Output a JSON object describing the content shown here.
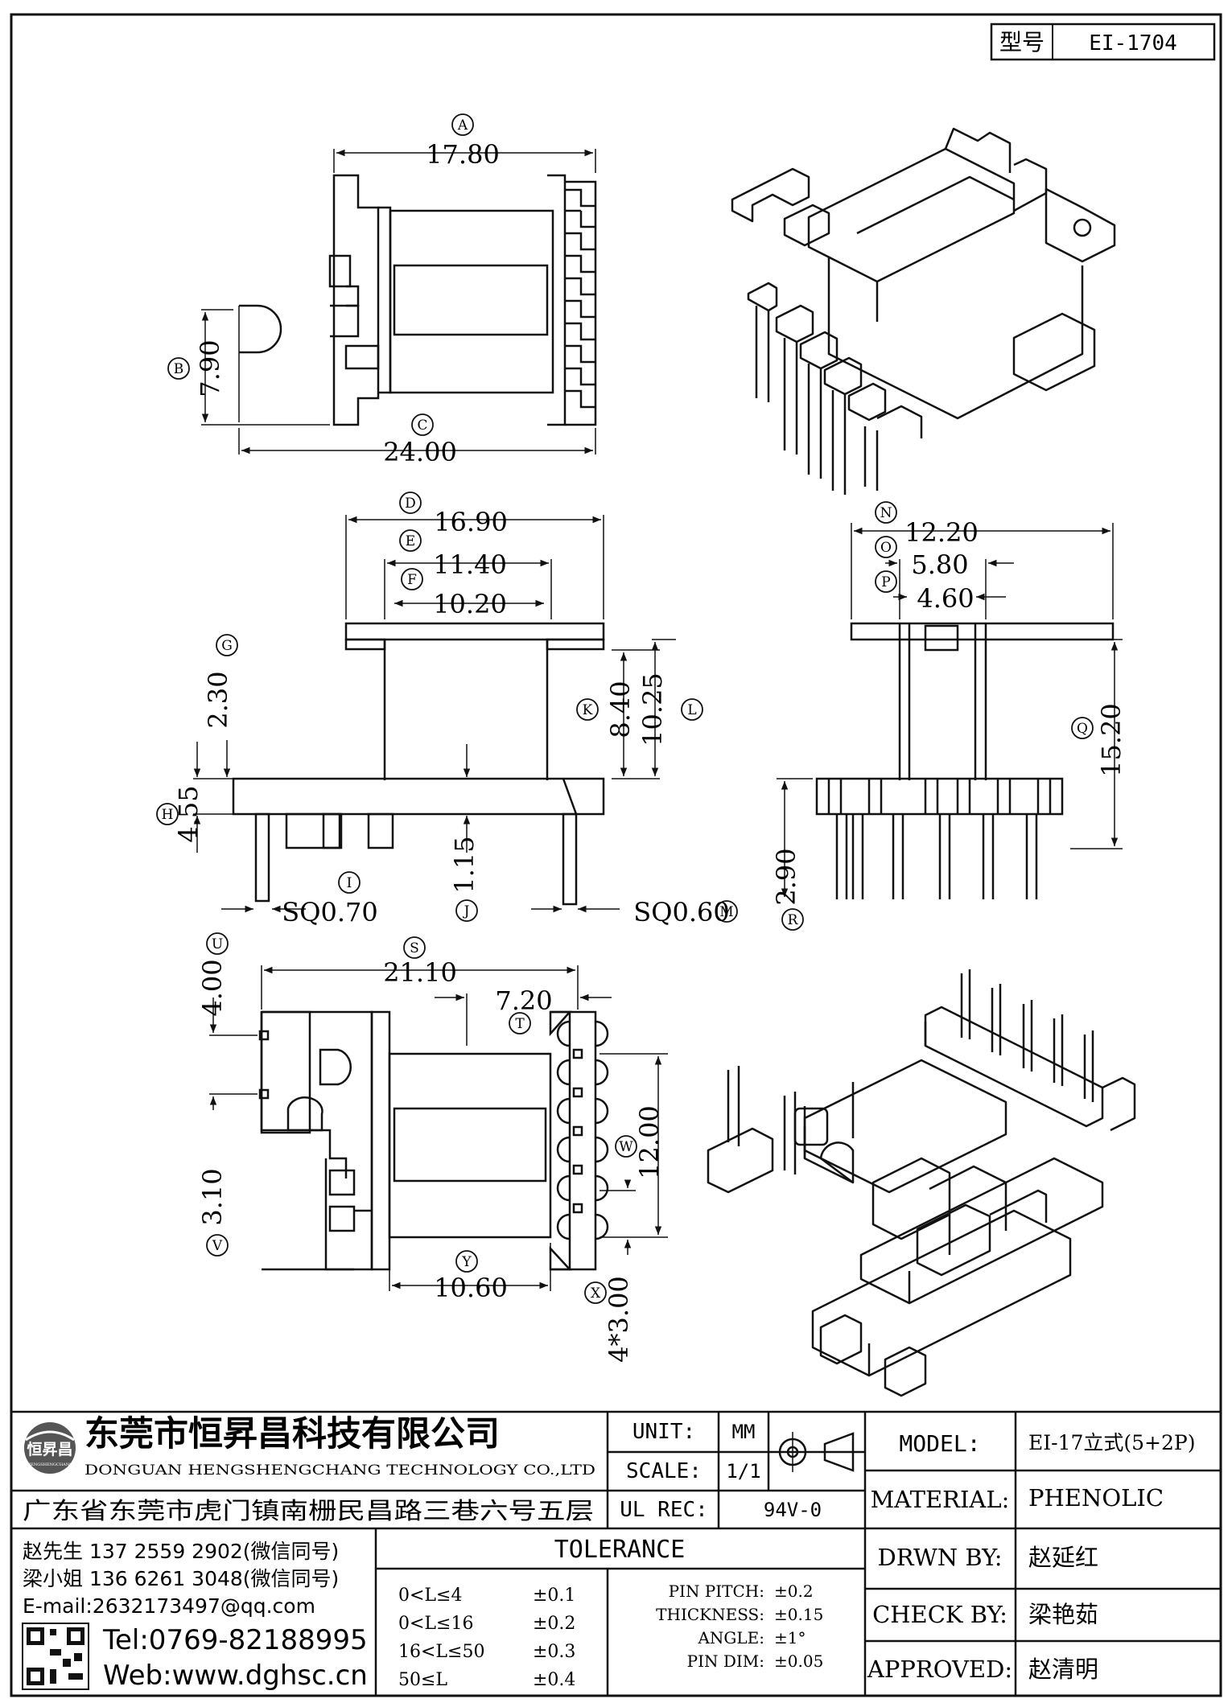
{
  "part_box": {
    "label": "型号",
    "value": "EI-1704"
  },
  "dims": {
    "A": {
      "circle": "A",
      "value": "17.80"
    },
    "B": {
      "circle": "B",
      "value": "7.90"
    },
    "C": {
      "circle": "C",
      "value": "24.00"
    },
    "D": {
      "circle": "D",
      "value": "16.90"
    },
    "E": {
      "circle": "E",
      "value": "11.40"
    },
    "F": {
      "circle": "F",
      "value": "10.20"
    },
    "G": {
      "circle": "G",
      "value": "2.30"
    },
    "H": {
      "circle": "H",
      "value": "4.55"
    },
    "I": {
      "circle": "I",
      "value": "SQ0.70"
    },
    "J": {
      "circle": "J",
      "value": "1.15"
    },
    "K": {
      "circle": "K",
      "value": "8.40"
    },
    "L": {
      "circle": "L",
      "value": "10.25"
    },
    "M": {
      "circle": "M",
      "value": "SQ0.60"
    },
    "N": {
      "circle": "N",
      "value": "12.20"
    },
    "O": {
      "circle": "O",
      "value": "5.80"
    },
    "P": {
      "circle": "P",
      "value": "4.60"
    },
    "Q": {
      "circle": "Q",
      "value": "15.20"
    },
    "R": {
      "circle": "R",
      "value": "2.90"
    },
    "S": {
      "circle": "S",
      "value": "21.10"
    },
    "T": {
      "circle": "T",
      "value": "7.20"
    },
    "U": {
      "circle": "U",
      "value": "4.00"
    },
    "V": {
      "circle": "V",
      "value": "3.10"
    },
    "W": {
      "circle": "W",
      "value": "12.00"
    },
    "X": {
      "circle": "X",
      "value": "4*3.00"
    },
    "Y": {
      "circle": "Y",
      "value": "10.60"
    }
  },
  "title_block": {
    "company_cn": "东莞市恒昇昌科技有限公司",
    "company_en": "DONGUAN HENGSHENGCHANG TECHNOLOGY CO.,LTD",
    "logo_text": "恒昇昌",
    "logo_sub": "HENGSHENGCHANG",
    "address": "广东省东莞市虎门镇南栅民昌路三巷六号五层",
    "unit_label": "UNIT:",
    "unit_value": "MM",
    "scale_label": "SCALE:",
    "scale_value": "1/1",
    "ulrec_label": "UL REC:",
    "ulrec_value": "94V-0",
    "model_label": "MODEL:",
    "model_value": "EI-17立式(5+2P)",
    "material_label": "MATERIAL:",
    "material_value": "PHENOLIC",
    "drwn_label": "DRWN BY:",
    "drwn_value": "赵延红",
    "check_label": "CHECK BY:",
    "check_value": "梁艳茹",
    "approved_label": "APPROVED:",
    "approved_value": "赵清明",
    "contact1": "赵先生 137 2559 2902(微信同号)",
    "contact2": "梁小姐 136 6261 3048(微信同号)",
    "email": "E-mail:2632173497@qq.com",
    "tel": "Tel:0769-82188995",
    "web": "Web:www.dghsc.cn",
    "tolerance_title": "TOLERANCE",
    "tolerances": [
      {
        "range": "0<L≤4",
        "tol": "±0.1"
      },
      {
        "range": "0<L≤16",
        "tol": "±0.2"
      },
      {
        "range": "16<L≤50",
        "tol": "±0.3"
      },
      {
        "range": "50≤L",
        "tol": "±0.4"
      }
    ],
    "pin_specs": [
      {
        "label": "PIN PITCH:",
        "value": "±0.2"
      },
      {
        "label": "THICKNESS:",
        "value": "±0.15"
      },
      {
        "label": "ANGLE:",
        "value": "±1°"
      },
      {
        "label": "PIN DIM:",
        "value": "±0.05"
      }
    ]
  }
}
